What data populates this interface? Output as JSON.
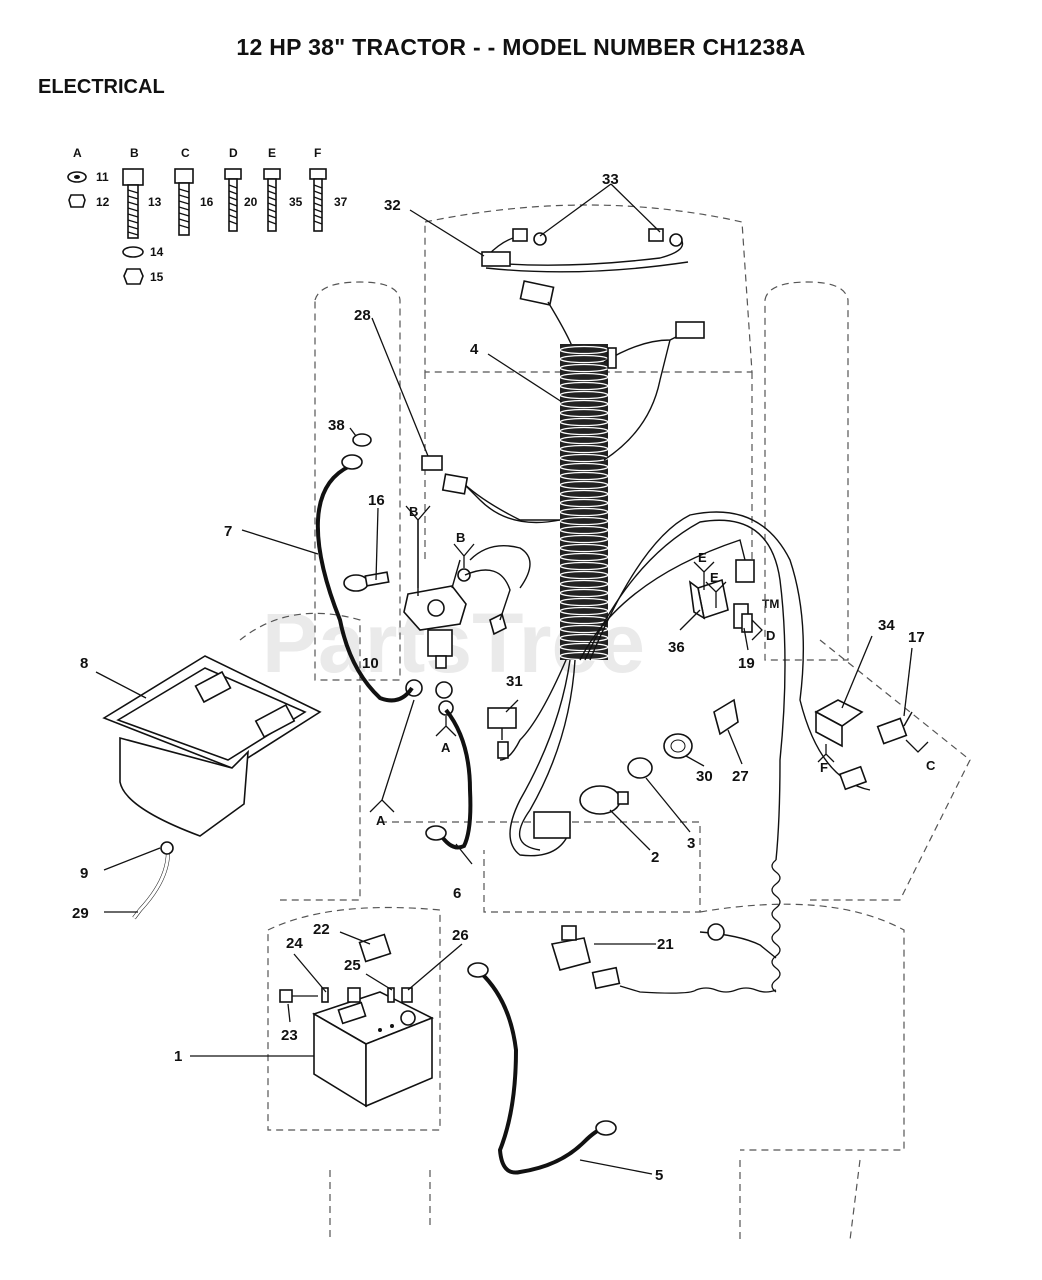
{
  "header": {
    "title": "12 HP 38\" TRACTOR - - MODEL NUMBER CH1238A",
    "section": "ELECTRICAL"
  },
  "watermark": "PartsTree",
  "watermark_tm": "TM",
  "hardware_key": [
    {
      "letter": "A",
      "numbers": [
        "11",
        "12"
      ]
    },
    {
      "letter": "B",
      "numbers": [
        "13",
        "14",
        "15"
      ]
    },
    {
      "letter": "C",
      "numbers": [
        "16"
      ]
    },
    {
      "letter": "D",
      "numbers": [
        "20"
      ]
    },
    {
      "letter": "E",
      "numbers": [
        "35"
      ]
    },
    {
      "letter": "F",
      "numbers": [
        "37"
      ]
    }
  ],
  "callouts": {
    "p1": "1",
    "p2": "2",
    "p3": "3",
    "p4": "4",
    "p5": "5",
    "p6": "6",
    "p7": "7",
    "p8": "8",
    "p9": "9",
    "p10": "10",
    "p16": "16",
    "p17": "17",
    "p19": "19",
    "p21": "21",
    "p22": "22",
    "p23": "23",
    "p24": "24",
    "p25": "25",
    "p26": "26",
    "p27": "27",
    "p28": "28",
    "p29": "29",
    "p30": "30",
    "p31": "31",
    "p32": "32",
    "p33": "33",
    "p34": "34",
    "p36": "36",
    "p38": "38"
  },
  "hardware_refs": {
    "b1": "B",
    "b2": "B",
    "a1": "A",
    "a2": "A",
    "e1": "E",
    "e2": "E",
    "d1": "D",
    "f1": "F",
    "c1": "C"
  }
}
